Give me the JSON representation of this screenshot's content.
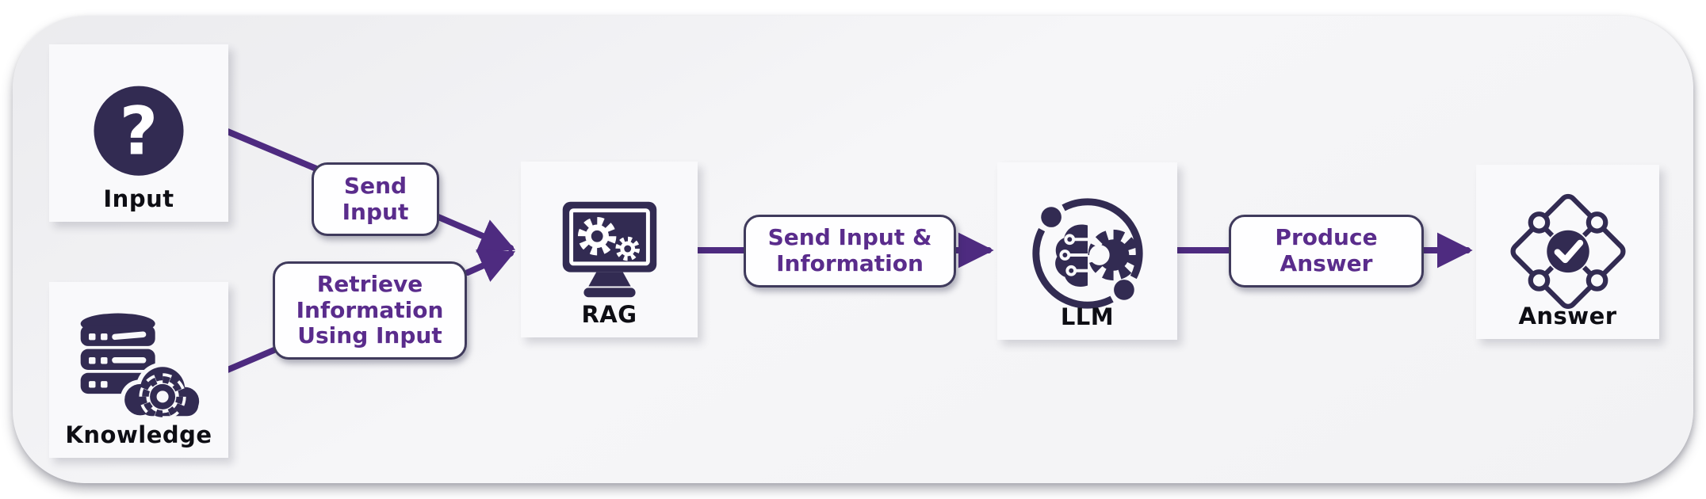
{
  "diagram": {
    "nodes": [
      {
        "id": "input",
        "label": "Input",
        "icon": "question-circle-icon"
      },
      {
        "id": "knowledge",
        "label": "Knowledge",
        "icon": "database-cloud-gear-icon"
      },
      {
        "id": "rag",
        "label": "RAG",
        "icon": "monitor-gears-icon"
      },
      {
        "id": "llm",
        "label": "LLM",
        "icon": "brain-gear-orbit-icon"
      },
      {
        "id": "answer",
        "label": "Answer",
        "icon": "puzzle-check-icon"
      }
    ],
    "edges": [
      {
        "from": "input",
        "to": "rag",
        "label": "Send Input"
      },
      {
        "from": "knowledge",
        "to": "rag",
        "label": "Retrieve Information Using Input"
      },
      {
        "from": "rag",
        "to": "llm",
        "label": "Send Input & Information"
      },
      {
        "from": "llm",
        "to": "answer",
        "label": "Produce Answer"
      }
    ],
    "colors": {
      "icon_dark": "#322b52",
      "arrow_purple": "#4e2b80",
      "edge_label_text": "#5a2c8c",
      "edge_label_border": "#3f3a5c",
      "node_caption": "#0e0e14",
      "card_background": "#f9f9fb",
      "panel_background": "#f2f2f4"
    }
  }
}
